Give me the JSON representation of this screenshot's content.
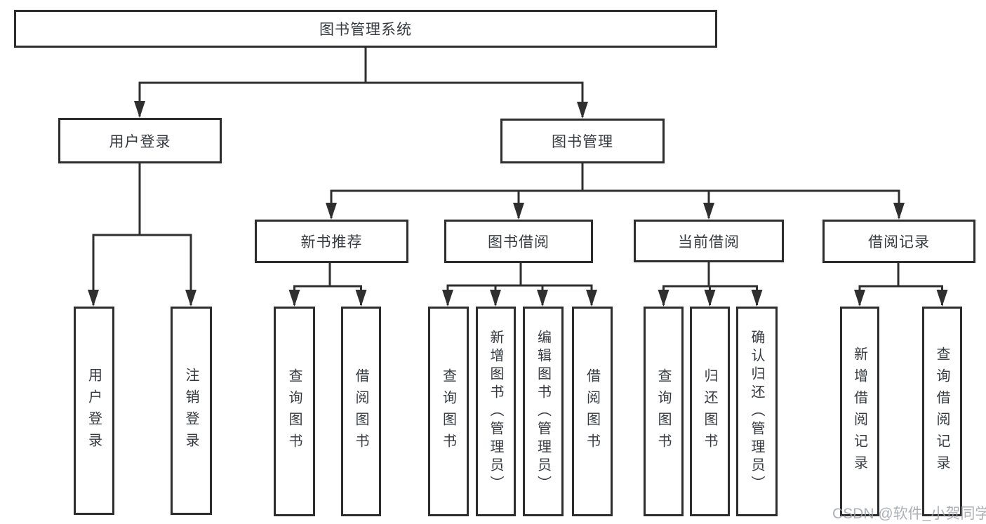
{
  "diagram": {
    "root": {
      "label": "图书管理系统",
      "children": [
        {
          "label": "用户登录",
          "children": [
            {
              "label": "用户登录"
            },
            {
              "label": "注销登录"
            }
          ]
        },
        {
          "label": "图书管理",
          "children": [
            {
              "label": "新书推荐",
              "children": [
                {
                  "label": "查询图书"
                },
                {
                  "label": "借阅图书"
                }
              ]
            },
            {
              "label": "图书借阅",
              "children": [
                {
                  "label": "查询图书"
                },
                {
                  "label": "新增图书（管理员）"
                },
                {
                  "label": "编辑图书（管理员）"
                },
                {
                  "label": "借阅图书"
                }
              ]
            },
            {
              "label": "当前借阅",
              "children": [
                {
                  "label": "查询图书"
                },
                {
                  "label": "归还图书"
                },
                {
                  "label": "确认归还（管理员）"
                }
              ]
            },
            {
              "label": "借阅记录",
              "children": [
                {
                  "label": "新增借阅记录"
                },
                {
                  "label": "查询借阅记录"
                }
              ]
            }
          ]
        }
      ]
    }
  },
  "watermark": {
    "text": "CSDN @软件_小贺同学"
  },
  "colors": {
    "line": "#2f2f2f",
    "node_border": "#2d2d2d",
    "text": "#363b41",
    "watermark": "#9ca2aa",
    "background": "#ffffff"
  }
}
